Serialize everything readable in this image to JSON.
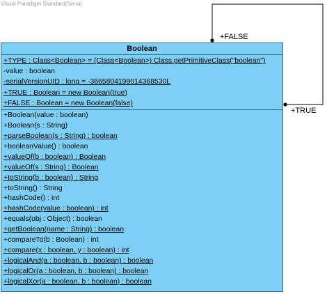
{
  "watermark": "Visual Paradigm Standard(Sena)",
  "class": {
    "name": "Boolean",
    "attributes": [
      {
        "text": "+TYPE : Class<Boolean> = (Class<Boolean>) Class.getPrimitiveClass(\"boolean\")",
        "static": true
      },
      {
        "text": "-value : boolean",
        "static": false
      },
      {
        "text": "-serialVersionUID : long = -3665804199014368530L",
        "static": true
      },
      {
        "text": "+TRUE : Boolean = new Boolean(true)",
        "static": true
      },
      {
        "text": "+FALSE : Boolean = new Boolean(false)",
        "static": true
      }
    ],
    "operations": [
      {
        "text": "+Boolean(value : boolean)",
        "static": false
      },
      {
        "text": "+Boolean(s : String)",
        "static": false
      },
      {
        "text": "+parseBoolean(s : String) : boolean",
        "static": true
      },
      {
        "text": "+booleanValue() : boolean",
        "static": false
      },
      {
        "text": "+valueOf(b : boolean) : Boolean",
        "static": true
      },
      {
        "text": "+valueOf(s : String) : Boolean",
        "static": true
      },
      {
        "text": "+toString(b : boolean) : String",
        "static": true
      },
      {
        "text": "+toString() : String",
        "static": false
      },
      {
        "text": "+hashCode() : int",
        "static": false
      },
      {
        "text": "+hashCode(value : boolean) : int",
        "static": true
      },
      {
        "text": "+equals(obj : Object) : boolean",
        "static": false
      },
      {
        "text": "+getBoolean(name : String) : boolean",
        "static": true
      },
      {
        "text": "+compareTo(b : Boolean) : int",
        "static": false
      },
      {
        "text": "+compare(x : boolean, y : boolean) : int",
        "static": true
      },
      {
        "text": "+logicalAnd(a : boolean, b : boolean) : boolean",
        "static": true
      },
      {
        "text": "+logicalOr(a : boolean, b : boolean) : boolean",
        "static": true
      },
      {
        "text": "+logicalXor(a : boolean, b : boolean) : boolean",
        "static": true
      }
    ]
  },
  "association": {
    "source_role": "+FALSE",
    "target_role": "+TRUE"
  }
}
